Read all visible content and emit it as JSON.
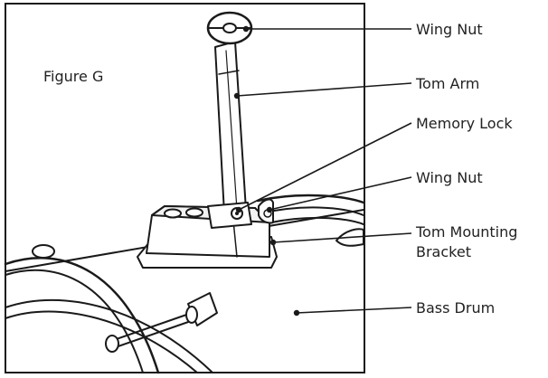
{
  "figure": {
    "title": "Figure G"
  },
  "callouts": {
    "wing_nut_top": "Wing Nut",
    "tom_arm": "Tom Arm",
    "memory_lock": "Memory Lock",
    "wing_nut_mid": "Wing Nut",
    "tom_mounting_bracket_line1": "Tom Mounting",
    "tom_mounting_bracket_line2": "Bracket",
    "bass_drum": "Bass Drum"
  },
  "colors": {
    "ink": "#1a1a1a",
    "paper": "#ffffff",
    "shade": "#d9d9d9"
  }
}
